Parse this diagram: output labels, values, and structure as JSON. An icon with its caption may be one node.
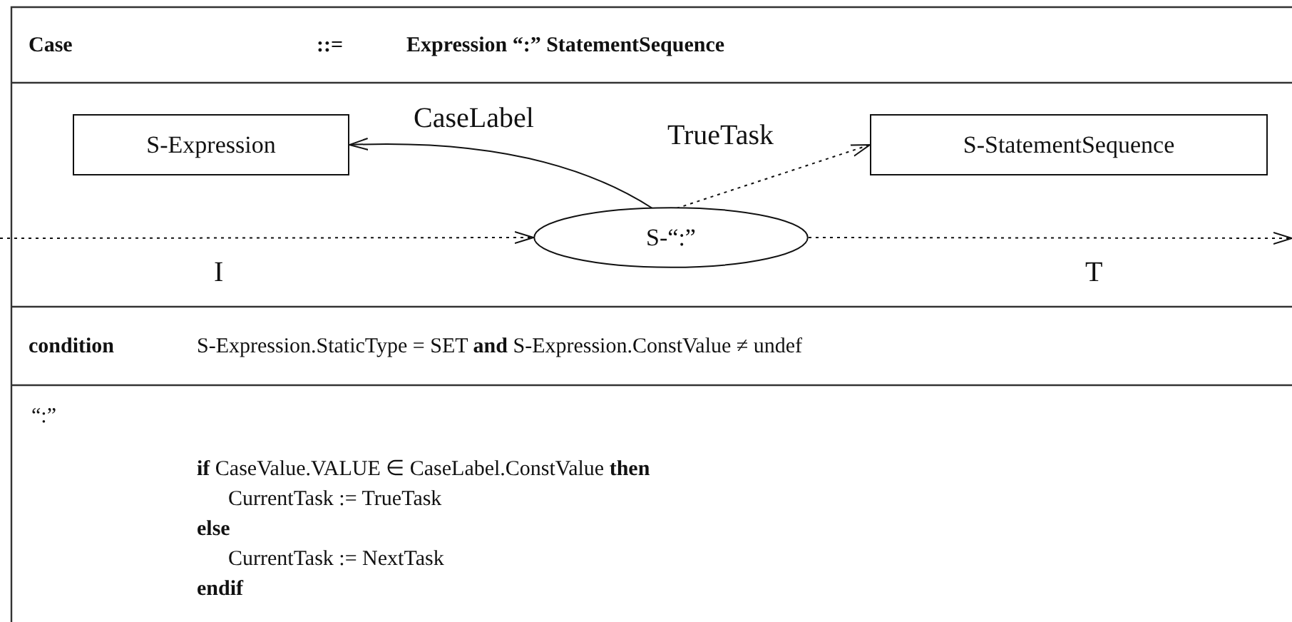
{
  "diagram": {
    "nodes": [
      {
        "text": [
          "S-Expression"
        ]
      },
      {
        "text": [
          "S-StatementSequence"
        ]
      },
      {
        "text": [
          "S-“:”"
        ]
      }
    ],
    "edges": [
      {
        "from": 2,
        "to": 0,
        "arrow": "to",
        "label": "CaseLabel"
      },
      {
        "from": 2,
        "to": 1,
        "arrow": "to",
        "label": "TrueTask",
        "style": "dashed"
      },
      {
        "from": null,
        "to": 2,
        "arrow": "to",
        "label": "I",
        "style": "dashed"
      },
      {
        "from": 2,
        "to": null,
        "arrow": "to",
        "label": "T",
        "style": "dashed"
      }
    ],
    "labels": [
      "Case",
      "::=",
      "Expression “:” StatementSequence",
      "condition",
      "S-Expression.StaticType = SET **and** S-Expression.ConstValue ≠ undef",
      "“:”",
      "**if** CaseValue.VALUE ∈ CaseLabel.ConstValue **then**",
      "CurrentTask := TrueTask",
      "else",
      "CurrentTask := NextTask",
      "endif"
    ]
  }
}
